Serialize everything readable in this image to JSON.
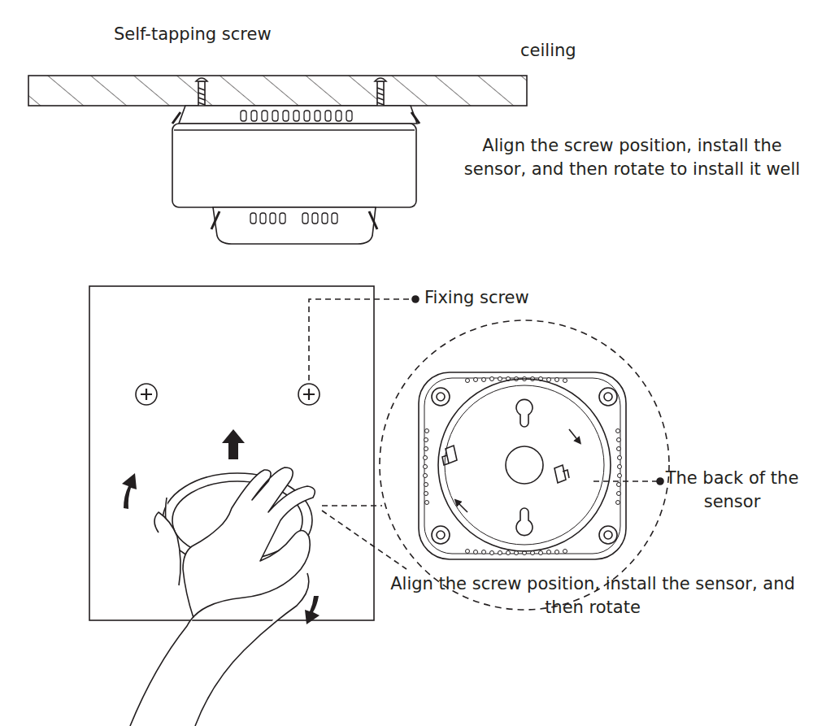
{
  "diagram": {
    "labels": [
      "Self-tapping screw",
      "ceiling",
      "Align the screw position, install the sensor, and then rotate to install it well",
      "Fixing screw",
      "The back of the sensor",
      "Align the screw position, install the sensor, and then rotate"
    ]
  }
}
